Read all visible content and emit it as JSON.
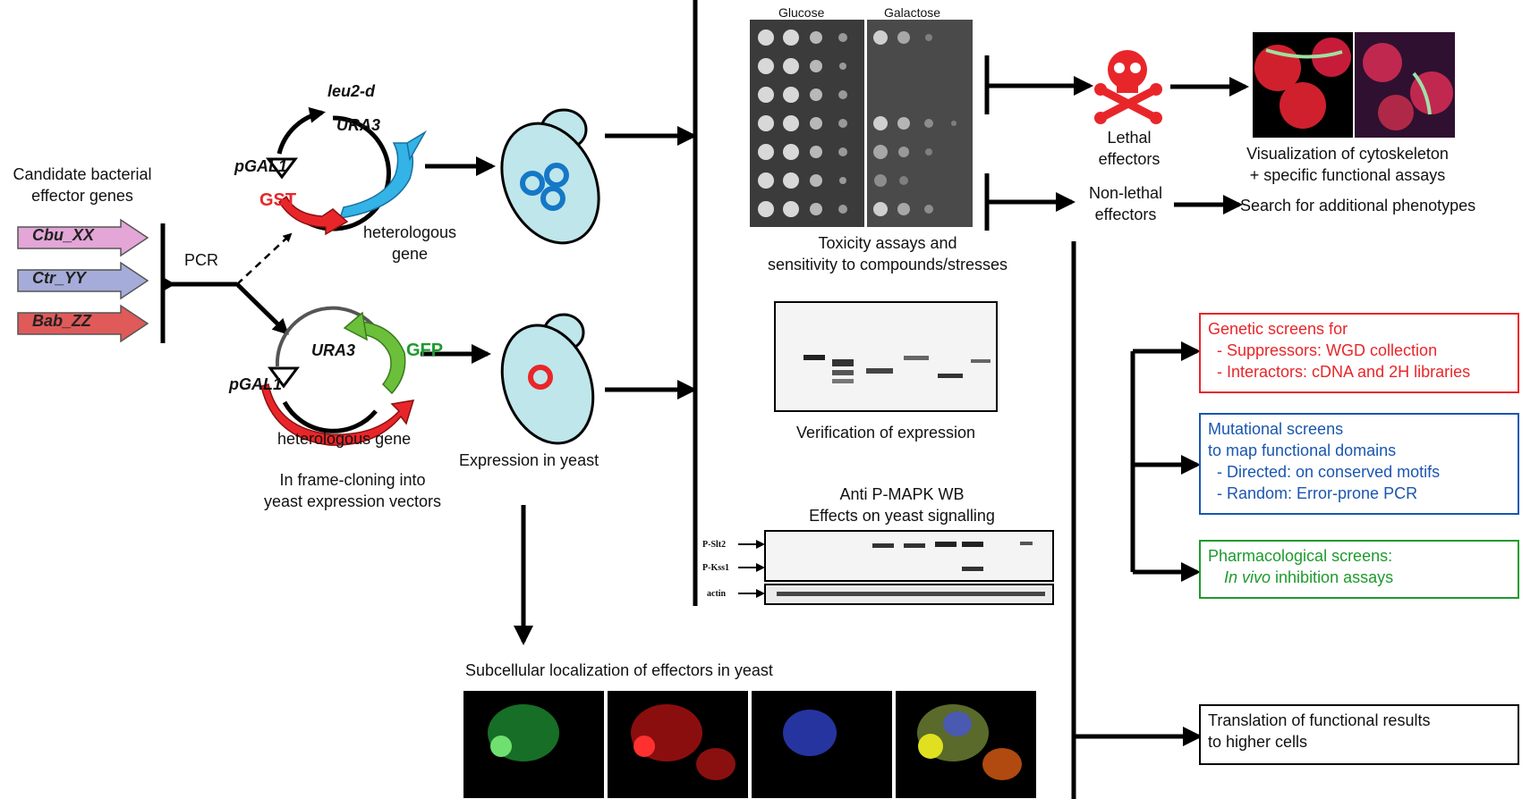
{
  "left": {
    "candidate_title": [
      "Candidate bacterial",
      "effector genes"
    ],
    "genes": [
      {
        "label": "Cbu_XX",
        "color": "#e3a6d6"
      },
      {
        "label": "Ctr_YY",
        "color": "#a6acd9"
      },
      {
        "label": "Bab_ZZ",
        "color": "#e05a5a"
      }
    ],
    "pcr": "PCR"
  },
  "plasmid_top": {
    "leu2d": "leu2-d",
    "ura3": "URA3",
    "pgal1": "pGAL1",
    "gst": "GST",
    "heterologous": [
      "heterologous",
      "gene"
    ]
  },
  "plasmid_bottom": {
    "ura3": "URA3",
    "gfp": "GFP",
    "pgal1": "pGAL1",
    "heterologous": "heterologous gene",
    "cloning": [
      "In frame-cloning into",
      "yeast expression vectors"
    ]
  },
  "yeast": {
    "expression": "Expression in yeast"
  },
  "middle": {
    "glucose": "Glucose",
    "galactose": "Galactose",
    "toxicity": [
      "Toxicity assays and",
      "sensitivity to compounds/stresses"
    ],
    "verification": "Verification of expression",
    "mapk": [
      "Anti P-MAPK WB",
      "Effects on yeast signalling"
    ],
    "wb_rows": [
      "P-Slt2",
      "P-Kss1",
      "actin"
    ],
    "subcellular": "Subcellular localization of effectors in yeast"
  },
  "right": {
    "lethal": [
      "Lethal",
      "effectors"
    ],
    "nonlethal": [
      "Non-lethal",
      "effectors"
    ],
    "visualization": [
      "Visualization of cytoskeleton",
      "+ specific functional assays"
    ],
    "search": "Search for additional phenotypes",
    "genetic": [
      "Genetic screens for",
      "  - Suppressors: WGD collection",
      "  - Interactors: cDNA and 2H libraries"
    ],
    "mutational": [
      "Mutational screens",
      "to map functional domains",
      "  - Directed: on conserved motifs",
      "  - Random: Error-prone PCR"
    ],
    "pharma_title": "Pharmacological screens:",
    "pharma_italic": "In vivo",
    "pharma_rest": " inhibition assays",
    "translation": [
      "Translation of functional results",
      "to higher cells"
    ]
  },
  "colors": {
    "red": "#e8262a",
    "blue": "#1a56b0",
    "green": "#1e9a2e",
    "cell": "#bfe6ea",
    "gst_arrow": "#33b3e6",
    "gfp_arrow": "#6bbf3a"
  }
}
